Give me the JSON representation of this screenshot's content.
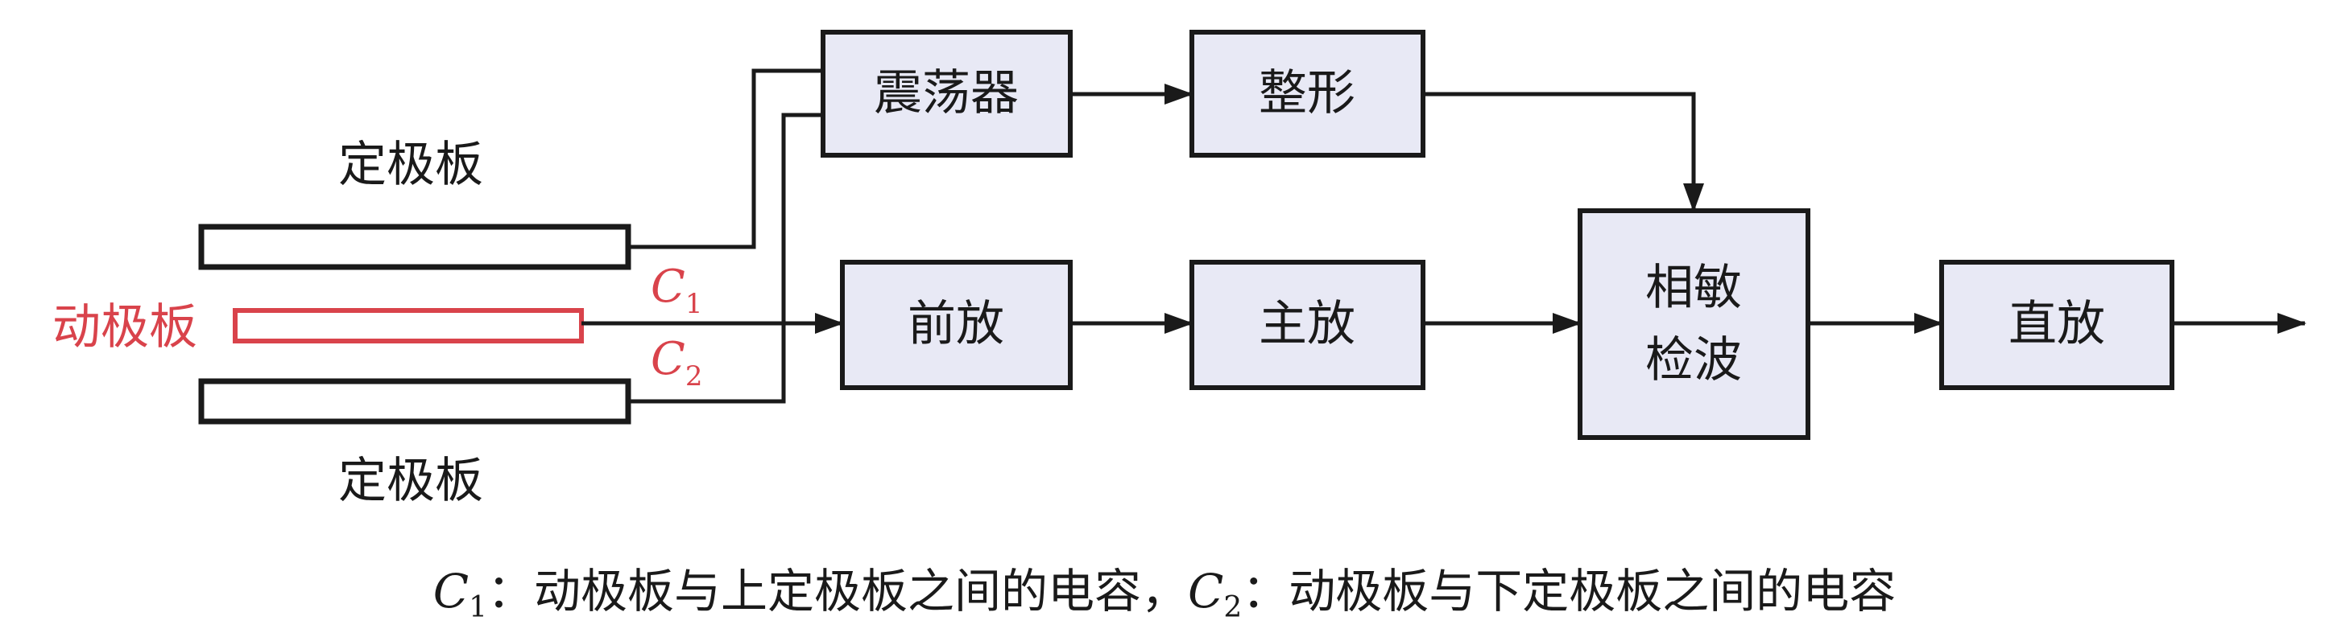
{
  "plates": {
    "top_label": "定极板",
    "moving_label": "动极板",
    "bottom_label": "定极板",
    "c1_letter": "C",
    "c1_sub": "1",
    "c2_letter": "C",
    "c2_sub": "2"
  },
  "blocks": {
    "oscillator": "震荡器",
    "shaping": "整形",
    "preamp": "前放",
    "main_amp": "主放",
    "phase_det_line1": "相敏",
    "phase_det_line2": "检波",
    "dc_amp": "直放"
  },
  "caption": {
    "c1_letter": "C",
    "c1_sub": "1",
    "c1_text": "：动极板与上定极板之间的电容，",
    "c2_letter": "C",
    "c2_sub": "2",
    "c2_text": "：动极板与下定极板之间的电容"
  },
  "colors": {
    "block_fill": "#e8e9f5",
    "stroke": "#1a1a1a",
    "moving_plate": "#d9434b"
  }
}
